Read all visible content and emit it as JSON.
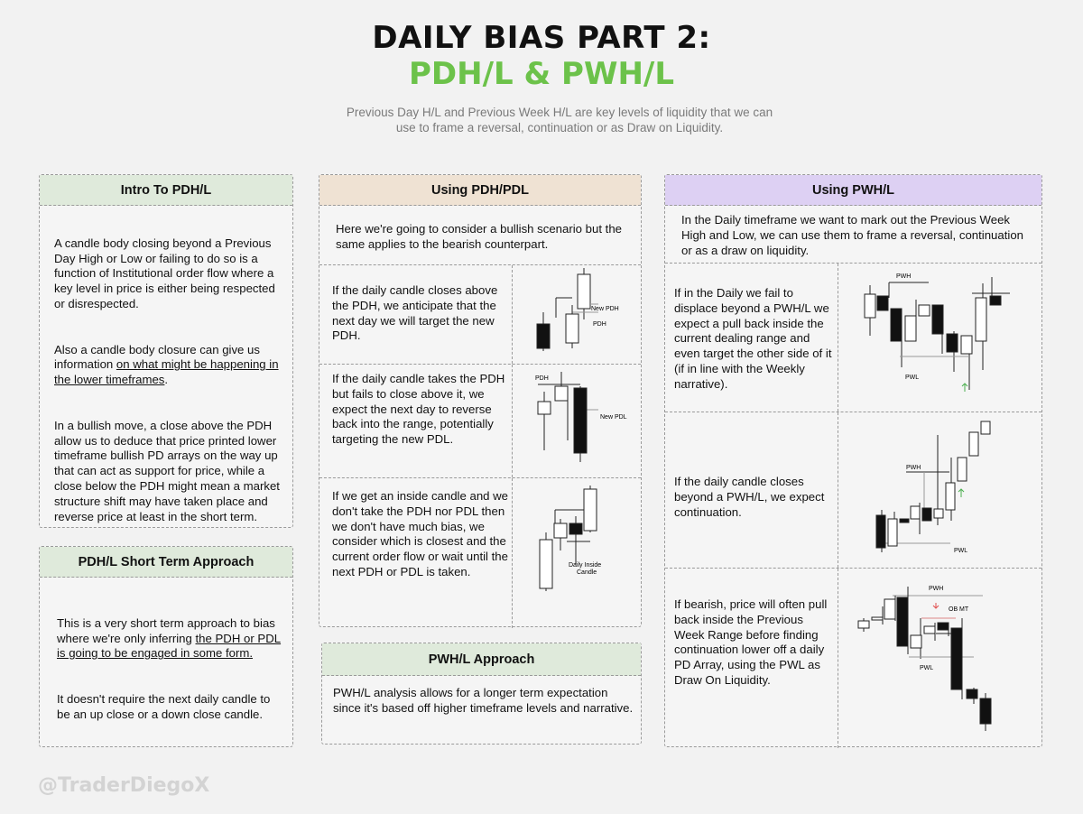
{
  "header": {
    "title_line1": "DAILY BIAS PART 2:",
    "title_line2": "PDH/L & PWH/L",
    "subtitle": "Previous Day H/L and Previous Week H/L are key levels of liquidity that we can use to frame a reversal, continuation or as Draw on Liquidity."
  },
  "colors": {
    "green_accent": "#6cc24a",
    "header_green": "#dfeadb",
    "header_orange": "#efe2d3",
    "header_purple": "#ddd0f3",
    "arrow_green": "#4caf50",
    "arrow_red": "#e05050"
  },
  "intro": {
    "title": "Intro To PDH/L",
    "p1": "A candle body closing beyond a Previous Day High or Low or failing to do so is a function of Institutional order flow where a key level in price is either being respected or disrespected.",
    "p2_pre": "Also a candle body closure can give us information ",
    "p2_link": "on what might be happening in the lower timeframes",
    "p2_post": ".",
    "p3": "In a bullish move, a close above the PDH allow us to deduce that price printed lower timeframe bullish PD arrays on the way up that can act as support for price, while a close below the PDH might mean a market structure shift may have taken place and reverse price at least in the short term."
  },
  "short_term": {
    "title": "PDH/L Short Term Approach",
    "p1_pre": "This is a very short term approach to bias where we're only inferring ",
    "p1_link": "the PDH or PDL is going to be engaged in some form.",
    "p2": "It doesn't require the next daily candle to be an up close or a down close candle."
  },
  "using_pdh": {
    "title": "Using PDH/PDL",
    "intro": "Here we're going to consider a bullish scenario but the same applies to the bearish counterpart.",
    "rows": [
      {
        "text": "If the daily candle closes above the PDH,  we anticipate that the next day we will target the new PDH.",
        "labels": [
          "New PDH",
          "PDH"
        ]
      },
      {
        "text": "If the daily candle takes the PDH but fails to close above it, we expect the next day to reverse back into the range, potentially targeting the new PDL.",
        "labels": [
          "PDH",
          "New PDL"
        ]
      },
      {
        "text": "If we get an inside candle and we don't take the PDH nor PDL then we don't have much bias, we consider which is closest  and the current order flow or wait until the next PDH or PDL is taken.",
        "labels": [
          "Daily Inside",
          "Candle"
        ]
      }
    ]
  },
  "pwh_approach": {
    "title": "PWH/L Approach",
    "text": "PWH/L analysis allows for a longer term expectation since it's based off higher timeframe levels and narrative."
  },
  "using_pwh": {
    "title": "Using PWH/L",
    "intro": "In the Daily timeframe we want to mark out the Previous Week High and Low, we can use them to frame a reversal, continuation or as a draw on liquidity.",
    "rows": [
      {
        "text": "If in the Daily we fail to displace beyond a PWH/L we expect a pull back inside the current dealing range and even target the other side of it (if in line with the Weekly narrative).",
        "labels": [
          "PWH",
          "PWL"
        ]
      },
      {
        "text": "If the daily candle closes beyond a PWH/L, we expect continuation.",
        "labels": [
          "PWH",
          "PWL"
        ]
      },
      {
        "text": "If bearish, price will often pull back inside the Previous Week Range before finding continuation lower off a daily PD Array, using the PWL as Draw On Liquidity.",
        "labels": [
          "PWH",
          "OB MT",
          "PWL"
        ]
      }
    ]
  },
  "watermark": "@TraderDiegoX"
}
